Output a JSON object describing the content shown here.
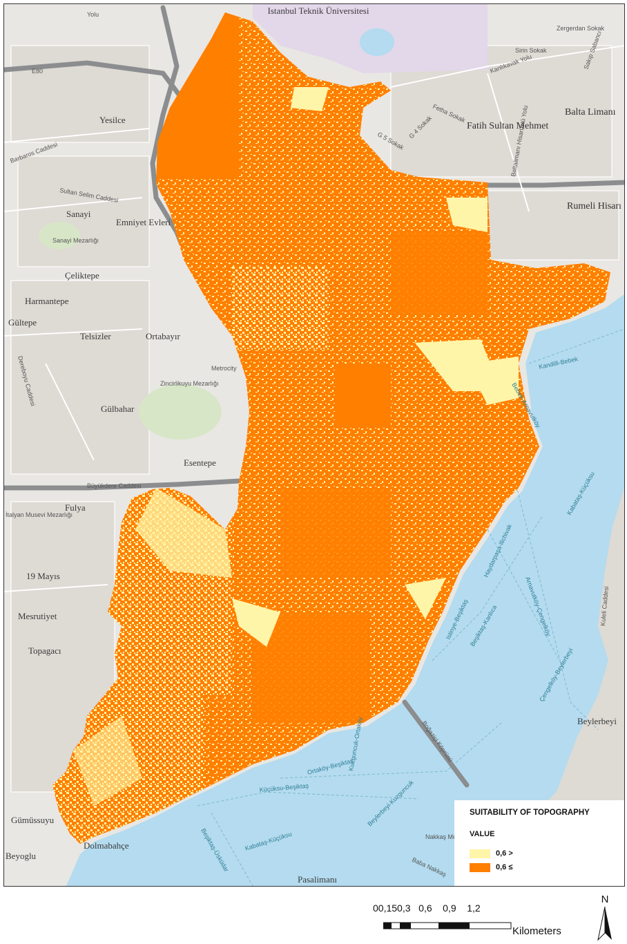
{
  "map": {
    "title": "",
    "colors": {
      "water": "#b4dbef",
      "land": "#e9e7e3",
      "urban": "#dedad4",
      "roads_major": "#8b8d8f",
      "roads_minor": "#ffffff",
      "campus": "#e3d7ea",
      "park": "#d8e6c8",
      "suitable_low": "#fff5a8",
      "suitable_high": "#ff7f00"
    },
    "place_labels": [
      "Istanbul Teknik Üniversitesi",
      "Yesilce",
      "Sanayi",
      "Emniyet Evleri",
      "Çeliktepe",
      "Harmantepe",
      "Gültepe",
      "Telsizler",
      "Ortabayır",
      "Gülbahar",
      "Esentepe",
      "Fulya",
      "19 Mayıs",
      "Mesrutiyet",
      "Topagacı",
      "Fatih Sultan Mehmet",
      "Balta Limanı",
      "Rumeli Hisarı",
      "Beylerbeyi",
      "Pasalimanı",
      "Gümüssuyu",
      "Beyoglu",
      "Dolmabahçe",
      "Sanayi Mezarlığı",
      "Zincirlikuyu Mezarlığı",
      "İtalyan Musevi Mezarlığı"
    ],
    "street_labels": [
      "Yolu",
      "E80",
      "Barbaros Caddesi",
      "Sultan Selim Caddesi",
      "Büyükdere Caddesi",
      "Sirin Sokak",
      "Zergerdan Sokak",
      "Kanlıkavak Yolu",
      "Sakıp Sabancı",
      "Fetha Sokak",
      "G 5 Sokak",
      "G 4 Sokak",
      "Baltalimanı Hisarüstü Yolu",
      "Dereboyu Caddesi",
      "Metrocity",
      "Kandilli-Bebek",
      "Bebek-Arnavutköy",
      "Kabataş-Küçüksu",
      "Istinye-Beşiktaş",
      "Haydarpaşa-Ilichivak",
      "Arnavutköy-Çengelköy",
      "Beşiktaş-Kanlıca",
      "Çengelköy-Beylerbeyi",
      "Boğaziçi Köprüsü",
      "Ortaköy-Beşiktaş",
      "Küçüksu-Beşiktaş",
      "Kuzguncuk-Ortaköy",
      "Beylerbeyi-Kuzguncuk",
      "Kabataş-Küçüksu",
      "Beşiktaş-Üsküdar",
      "Kuleli Caddesi",
      "Nakkaş Mezarlığı",
      "Baba Nakkaş"
    ]
  },
  "legend": {
    "title": "SUITABILITY OF TOPOGRAPHY",
    "subtitle": "VALUE",
    "items": [
      {
        "label": "0,6 >",
        "color": "#fff5a8"
      },
      {
        "label": "0,6 ≤",
        "color": "#ff7f00"
      }
    ]
  },
  "scale": {
    "ticks": [
      "0",
      "0,15",
      "0,3",
      "0,6",
      "0,9",
      "1,2"
    ],
    "tick_label_text": "00,150,3   0,6    0,9    1,2",
    "unit": "Kilometers"
  },
  "north": {
    "label": "N"
  }
}
